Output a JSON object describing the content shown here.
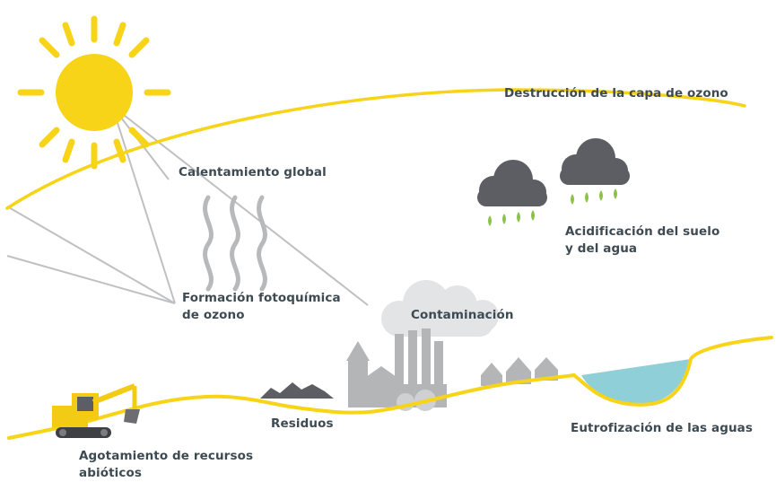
{
  "labels": {
    "ozone_depletion": "Destrucción de la capa de ozono",
    "global_warming": "Calentamiento global",
    "acidification": [
      "Acidificación del suelo",
      "y del agua"
    ],
    "photochemical": [
      "Formación fotoquímica",
      "de ozono"
    ],
    "pollution": "Contaminación",
    "waste": "Residuos",
    "eutrophication": "Eutrofización de las aguas",
    "resource_depletion": [
      "Agotamiento de recursos",
      "abióticos"
    ]
  },
  "colors": {
    "yellow": "#f7d417",
    "gray": "#b7b8ba",
    "dark_cloud": "#5c5e63",
    "rain": "#8cc24a",
    "water": "#8fcfd8",
    "text": "#3e4a52"
  },
  "icons": [
    "sun-icon",
    "heat-waves-icon",
    "rain-cloud-icon",
    "factory-icon",
    "church-icon",
    "houses-icon",
    "excavator-icon",
    "waste-pile-icon",
    "water-pond-icon"
  ]
}
